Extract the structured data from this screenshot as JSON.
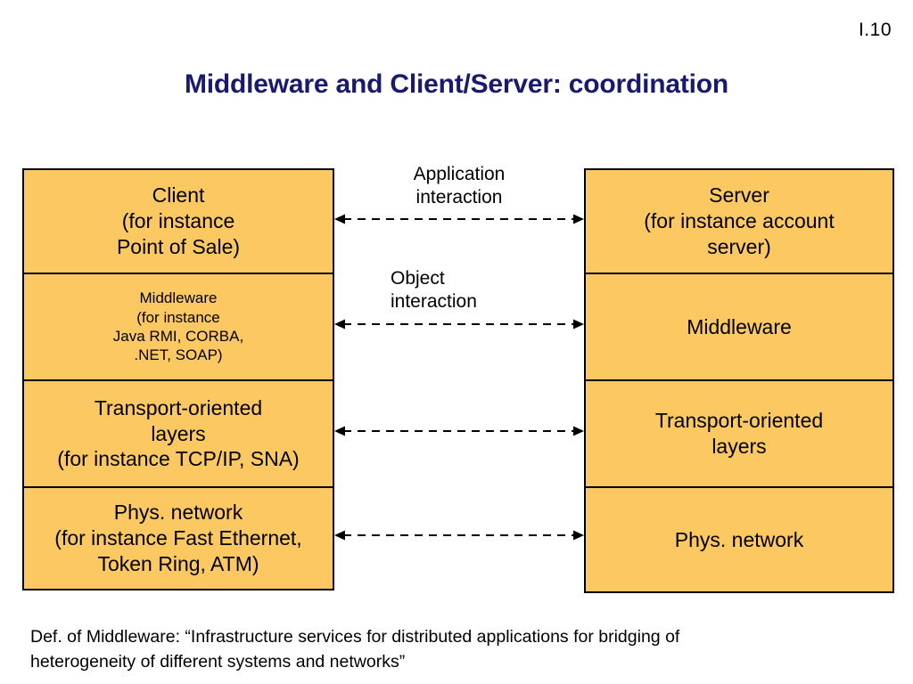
{
  "slide": {
    "page_number": "I.10",
    "title": "Middleware and Client/Server: coordination",
    "title_color": "#191970",
    "box_fill_color": "#FCC861",
    "box_border_color": "#000000",
    "background_color": "#FFFFFF"
  },
  "left_stack": {
    "name": "Client side stack",
    "layers": [
      {
        "id": "client",
        "lines": [
          "Client",
          "(for instance",
          "Point of Sale)"
        ],
        "font": "big"
      },
      {
        "id": "middleware",
        "lines": [
          "Middleware",
          "(for instance",
          "Java RMI, CORBA,",
          ".NET, SOAP)"
        ],
        "font": "small"
      },
      {
        "id": "transport-layers",
        "lines": [
          "Transport-oriented",
          "layers",
          "(for instance TCP/IP, SNA)"
        ],
        "font": "big"
      },
      {
        "id": "physical-network",
        "lines": [
          "Phys. network",
          "(for instance Fast Ethernet,",
          "Token Ring, ATM)"
        ],
        "font": "big"
      }
    ]
  },
  "right_stack": {
    "name": "Server side stack",
    "layers": [
      {
        "id": "server",
        "lines": [
          "Server",
          "(for instance account",
          "server)"
        ],
        "font": "big"
      },
      {
        "id": "middleware",
        "lines": [
          "Middleware"
        ],
        "font": "big"
      },
      {
        "id": "transport-layers",
        "lines": [
          "Transport-oriented",
          "layers"
        ],
        "font": "big"
      },
      {
        "id": "physical-network",
        "lines": [
          "Phys. network"
        ],
        "font": "big"
      }
    ]
  },
  "interactions": [
    {
      "id": "application",
      "label_lines": [
        "Application",
        "interaction"
      ],
      "align": "center",
      "arrow_style": "dashed-double"
    },
    {
      "id": "object",
      "label_lines": [
        "Object",
        "interaction"
      ],
      "align": "left",
      "arrow_style": "dashed-double"
    },
    {
      "id": "transport",
      "label_lines": [],
      "align": "center",
      "arrow_style": "dashed-double"
    },
    {
      "id": "physical",
      "label_lines": [],
      "align": "center",
      "arrow_style": "dashed-double"
    }
  ],
  "caption": {
    "line1": "Def. of Middleware: “Infrastructure services for distributed applications for bridging of",
    "line2": "heterogeneity of different systems and networks”"
  }
}
